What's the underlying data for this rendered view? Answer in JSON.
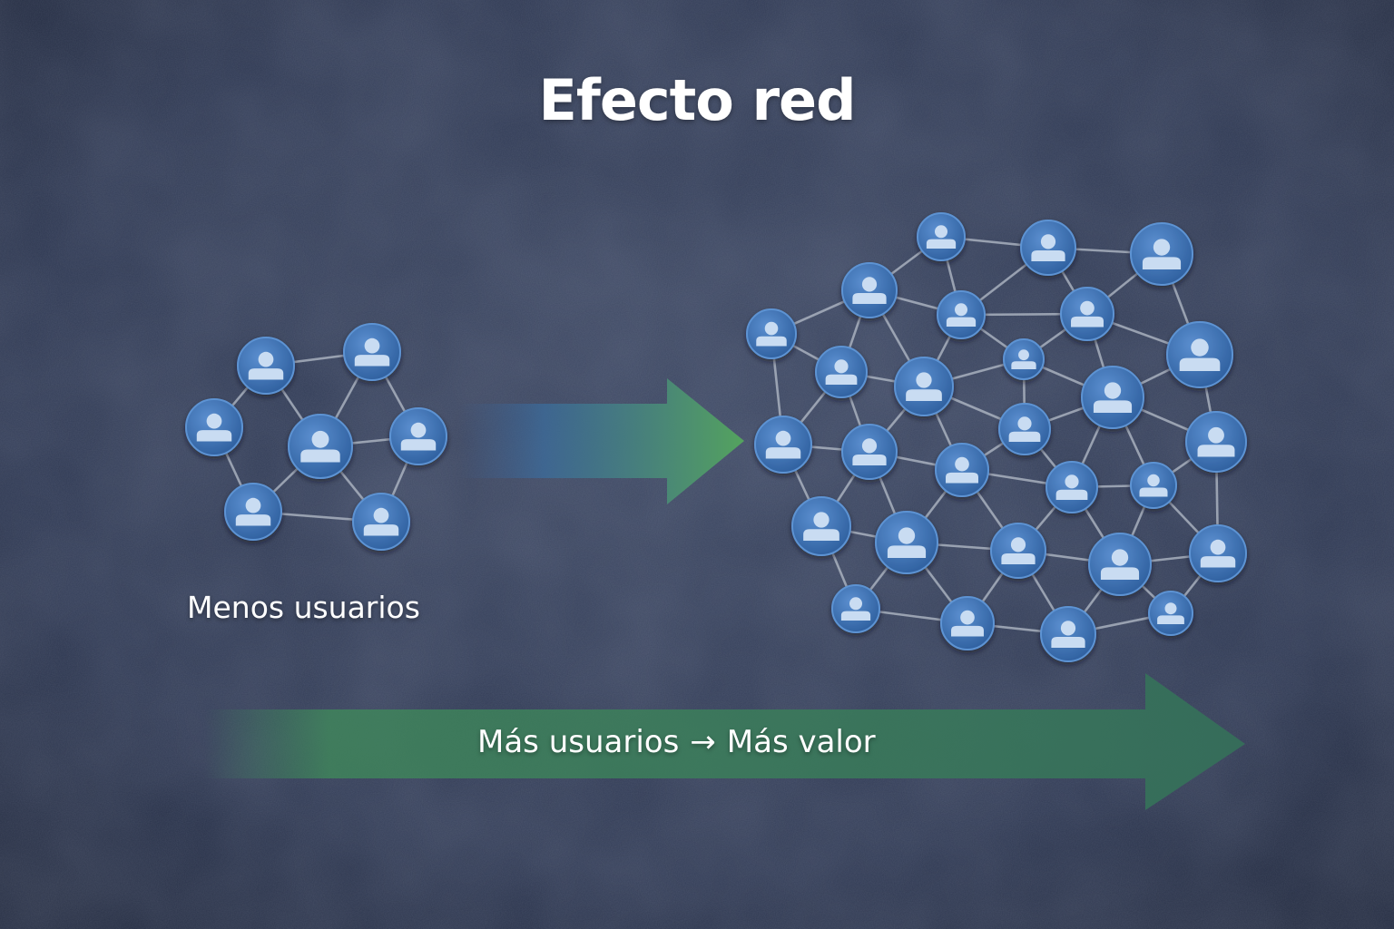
{
  "title": "Efecto red",
  "small_network": {
    "label": "Menos usuarios"
  },
  "large_network": {},
  "banner": {
    "text_left": "Más usuarios",
    "arrow_glyph": "→",
    "text_right": "Más valor"
  },
  "icons": {
    "node": "user-icon",
    "transition": "arrow-right-icon"
  },
  "colors": {
    "background": "#2f3952",
    "node_fill": "#3f75b8",
    "node_ring": "#5d93d3",
    "user_glyph": "#c9dcf2",
    "edge": "#b6bdc9",
    "arrow_blue": "#3d6fa3",
    "arrow_green": "#4f9a5c",
    "banner_green": "#3f8458",
    "text": "#ffffff"
  }
}
